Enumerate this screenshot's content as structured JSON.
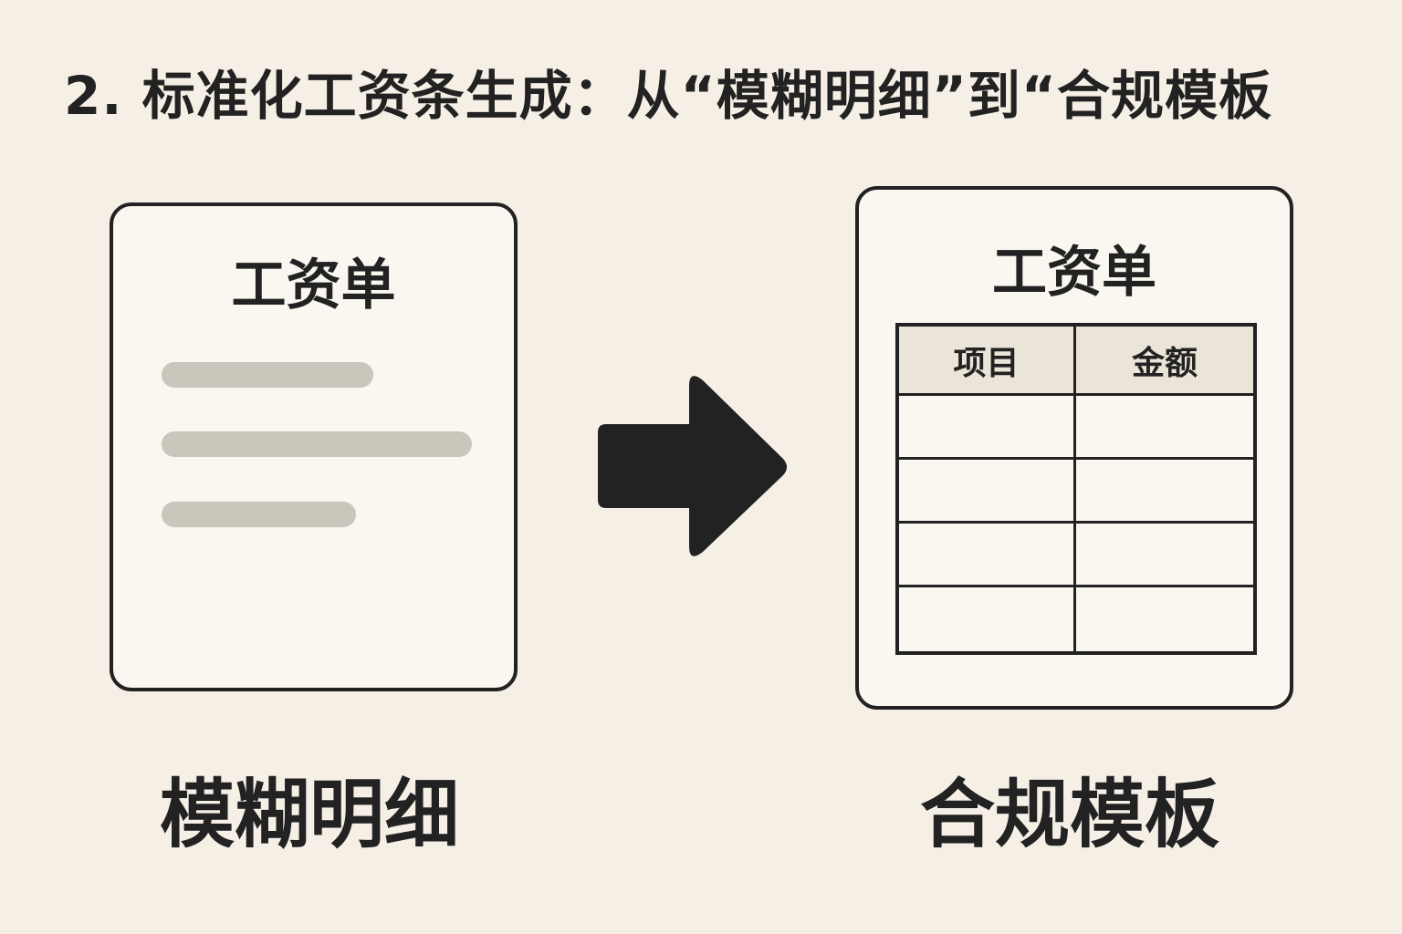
{
  "title": "2. 标准化工资条生成：从“模糊明细”到“合规模板",
  "left_card": {
    "title": "工资单",
    "label": "模糊明细"
  },
  "right_card": {
    "title": "工资单",
    "label": "合规模板",
    "table": {
      "headers": [
        "项目",
        "金额"
      ],
      "empty_rows": 4
    }
  },
  "colors": {
    "background": "#f5efe5",
    "card": "#faf6f0",
    "ink": "#222222",
    "placeholder_bar": "#c9c6bb",
    "table_header": "#ebe4d8"
  }
}
